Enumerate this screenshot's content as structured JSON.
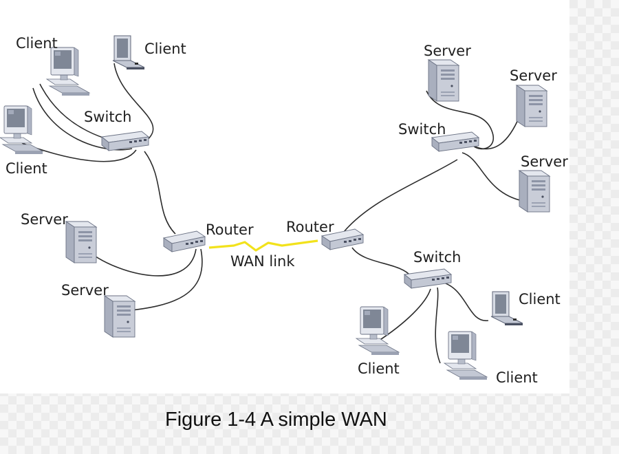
{
  "caption": "Figure 1-4 A simple WAN",
  "wan_link_label": "WAN link",
  "colors": {
    "device_light": "#e4e7ee",
    "device_mid": "#c3c8d4",
    "device_dark": "#8d94a6",
    "screen": "#7f8796",
    "cable": "#2c2c2c",
    "wan_link": "#f2e21c"
  },
  "devices": {
    "client_1": {
      "type": "desktop",
      "label": "Client"
    },
    "client_2": {
      "type": "laptop",
      "label": "Client"
    },
    "client_3": {
      "type": "desktop",
      "label": "Client"
    },
    "switch_left": {
      "type": "switch",
      "label": "Switch"
    },
    "server_1": {
      "type": "server",
      "label": "Server"
    },
    "server_2": {
      "type": "server",
      "label": "Server"
    },
    "router_left": {
      "type": "router",
      "label": "Router"
    },
    "router_right": {
      "type": "router",
      "label": "Router"
    },
    "server_3": {
      "type": "server",
      "label": "Server"
    },
    "server_4": {
      "type": "server",
      "label": "Server"
    },
    "server_5": {
      "type": "server",
      "label": "Server"
    },
    "switch_right_top": {
      "type": "switch",
      "label": "Switch"
    },
    "switch_right_bottom": {
      "type": "switch",
      "label": "Switch"
    },
    "client_4": {
      "type": "laptop",
      "label": "Client"
    },
    "client_5": {
      "type": "desktop",
      "label": "Client"
    },
    "client_6": {
      "type": "desktop",
      "label": "Client"
    }
  },
  "connections": [
    {
      "from": "client_1",
      "to": "switch_left",
      "kind": "cable"
    },
    {
      "from": "client_2",
      "to": "switch_left",
      "kind": "cable"
    },
    {
      "from": "client_3",
      "to": "switch_left",
      "kind": "cable"
    },
    {
      "from": "switch_left",
      "to": "router_left",
      "kind": "cable"
    },
    {
      "from": "server_1",
      "to": "router_left",
      "kind": "cable"
    },
    {
      "from": "server_2",
      "to": "router_left",
      "kind": "cable"
    },
    {
      "from": "router_left",
      "to": "router_right",
      "kind": "wan"
    },
    {
      "from": "router_right",
      "to": "switch_right_top",
      "kind": "cable"
    },
    {
      "from": "router_right",
      "to": "switch_right_bottom",
      "kind": "cable"
    },
    {
      "from": "server_3",
      "to": "switch_right_top",
      "kind": "cable"
    },
    {
      "from": "server_4",
      "to": "switch_right_top",
      "kind": "cable"
    },
    {
      "from": "server_5",
      "to": "switch_right_top",
      "kind": "cable"
    },
    {
      "from": "client_4",
      "to": "switch_right_bottom",
      "kind": "cable"
    },
    {
      "from": "client_5",
      "to": "switch_right_bottom",
      "kind": "cable"
    },
    {
      "from": "client_6",
      "to": "switch_right_bottom",
      "kind": "cable"
    }
  ]
}
